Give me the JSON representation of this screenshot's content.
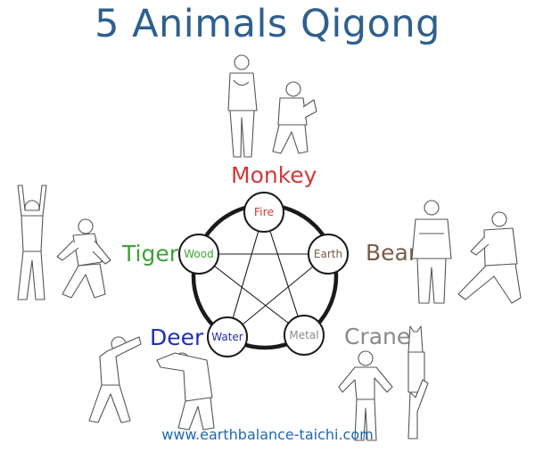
{
  "title": "5 Animals Qigong",
  "footer": "www.earthbalance-taichi.com",
  "animals": {
    "monkey": {
      "label": "Monkey",
      "color": "#d03a3a"
    },
    "bear": {
      "label": "Bear",
      "color": "#7a5c48"
    },
    "crane": {
      "label": "Crane",
      "color": "#8a8a8a"
    },
    "deer": {
      "label": "Deer",
      "color": "#1f2fb0"
    },
    "tiger": {
      "label": "Tiger",
      "color": "#3da336"
    }
  },
  "elements": {
    "fire": {
      "label": "Fire",
      "color": "#d03a3a"
    },
    "earth": {
      "label": "Earth",
      "color": "#7a5c48"
    },
    "metal": {
      "label": "Metal",
      "color": "#8a8a8a"
    },
    "water": {
      "label": "Water",
      "color": "#1f2fb0"
    },
    "wood": {
      "label": "Wood",
      "color": "#3da336"
    }
  },
  "colors": {
    "title": "#2f5f8e",
    "footer": "#1f67b1",
    "ink": "#1a1a1a"
  }
}
